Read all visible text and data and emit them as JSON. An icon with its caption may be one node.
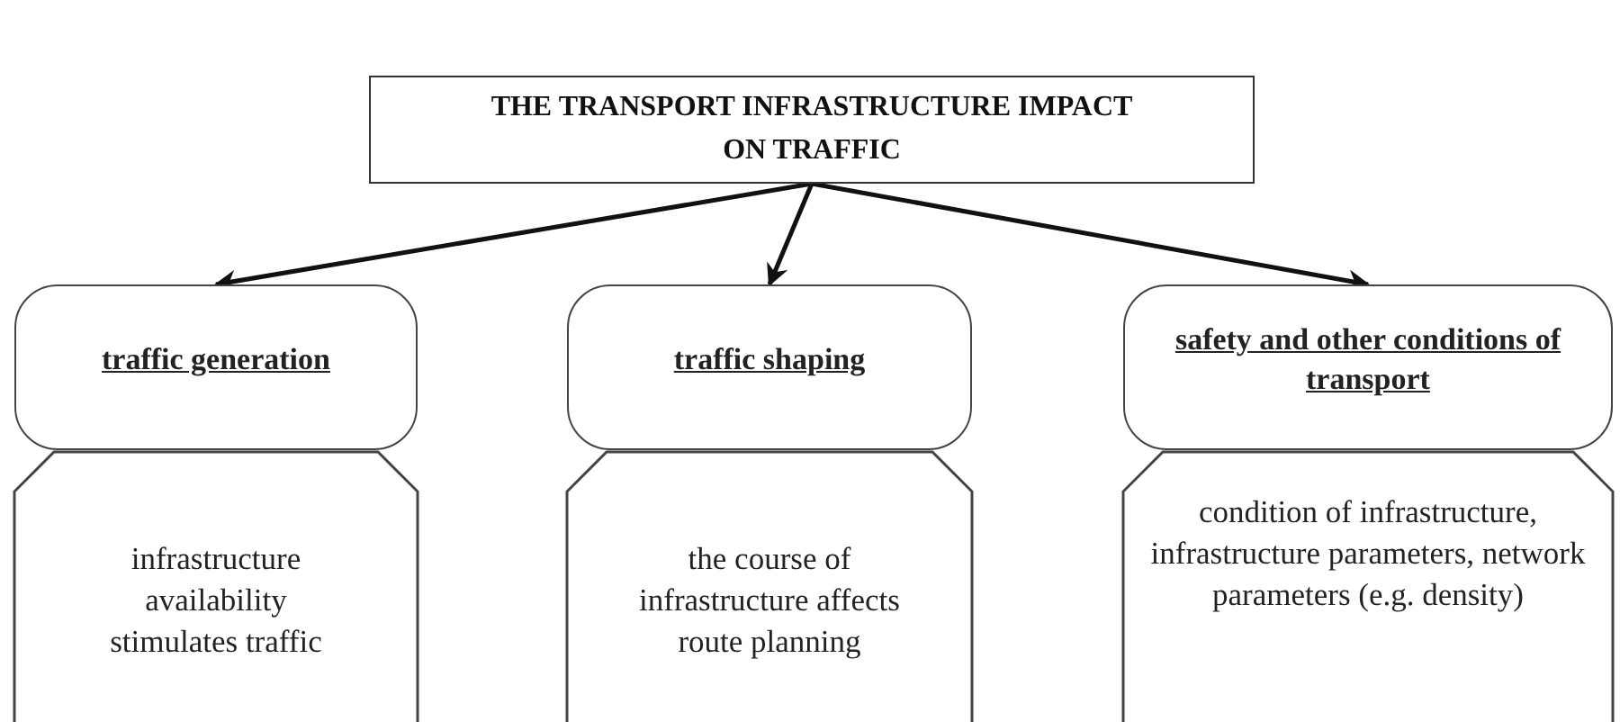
{
  "diagram": {
    "nodes": [
      {
        "text": [
          "THE TRANSPORT INFRASTRUCTURE IMPACT ON TRAFFIC"
        ]
      },
      {
        "text": [
          "traffic generation"
        ]
      },
      {
        "text": [
          "infrastructure availability stimulates traffic"
        ]
      },
      {
        "text": [
          "traffic shaping"
        ]
      },
      {
        "text": [
          "the course of infrastructure affects route planning"
        ]
      },
      {
        "text": [
          "safety and other conditions of transport"
        ]
      },
      {
        "text": [
          "condition of infrastructure, infrastructure parameters, network parameters (e.g. density)"
        ]
      }
    ],
    "edges": [
      {
        "from": 0,
        "to": 1,
        "arrow": "to"
      },
      {
        "from": 0,
        "to": 3,
        "arrow": "to"
      },
      {
        "from": 0,
        "to": 5,
        "arrow": "to"
      }
    ]
  }
}
